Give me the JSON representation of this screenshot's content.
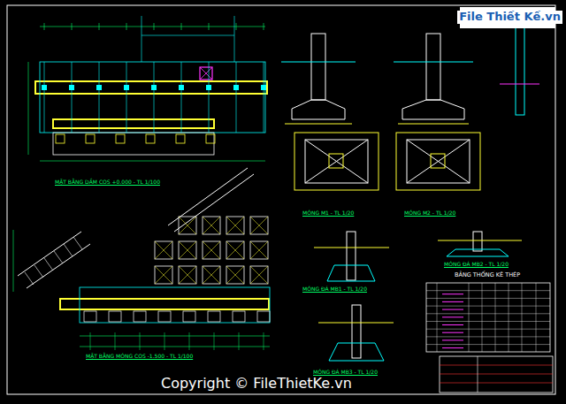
{
  "diagram": {
    "labels": [
      "MẶT BẰNG DẦM COS +0.000 - TL 1/100",
      "MẶT BẰNG MÓNG COS -1.500 - TL 1/100",
      "MÓNG M1 - TL 1/20",
      "MÓNG M2 - TL 1/20",
      "MÓNG ĐÁ MB2 - TL 1/20",
      "MÓNG ĐÁ MB1 - TL 1/20",
      "MÓNG ĐÁ MB3 - TL 1/20",
      "BẢNG THỐNG KÊ THÉP",
      "File Thiết Kế.vn",
      "Copyright © FileThietKe.vn"
    ]
  }
}
